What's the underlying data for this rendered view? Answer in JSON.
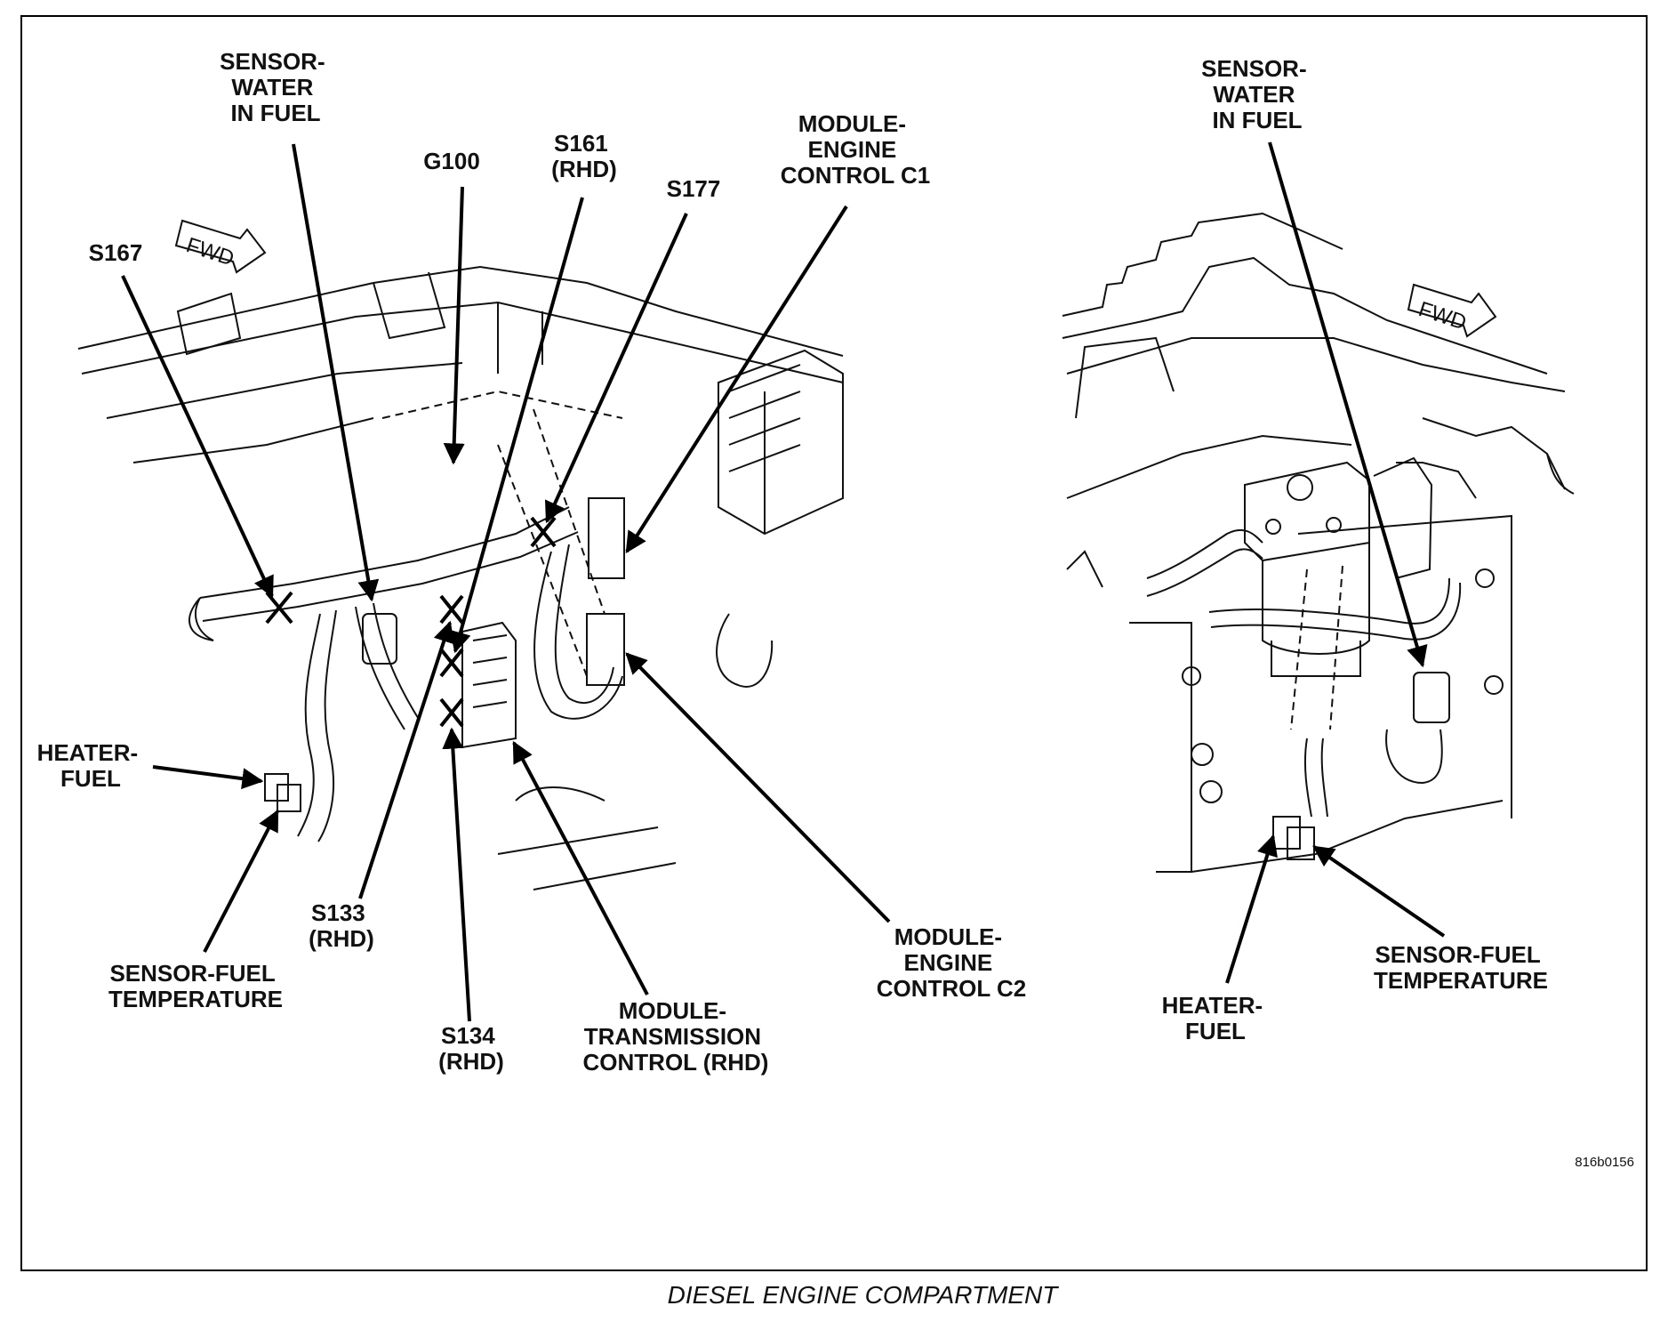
{
  "caption": "DIESEL ENGINE COMPARTMENT",
  "figure_id": "816b0156",
  "fwd_label": "FWD",
  "left_view": {
    "water_in_fuel": [
      "SENSOR-",
      "WATER",
      "IN FUEL"
    ],
    "g100": "G100",
    "s161": [
      "S161",
      "(RHD)"
    ],
    "s177": "S177",
    "ecm_c1": [
      "MODULE-",
      "ENGINE",
      "CONTROL C1"
    ],
    "s167": "S167",
    "heater_fuel": [
      "HEATER-",
      "FUEL"
    ],
    "fuel_temp": [
      "SENSOR-FUEL",
      "TEMPERATURE"
    ],
    "s133": [
      "S133",
      "(RHD)"
    ],
    "s134": [
      "S134",
      "(RHD)"
    ],
    "tcm": [
      "MODULE-",
      "TRANSMISSION",
      "CONTROL (RHD)"
    ],
    "ecm_c2": [
      "MODULE-",
      "ENGINE",
      "CONTROL C2"
    ]
  },
  "right_view": {
    "water_in_fuel": [
      "SENSOR-",
      "WATER",
      "IN FUEL"
    ],
    "fuel_temp": [
      "SENSOR-FUEL",
      "TEMPERATURE"
    ],
    "heater_fuel": [
      "HEATER-",
      "FUEL"
    ]
  }
}
